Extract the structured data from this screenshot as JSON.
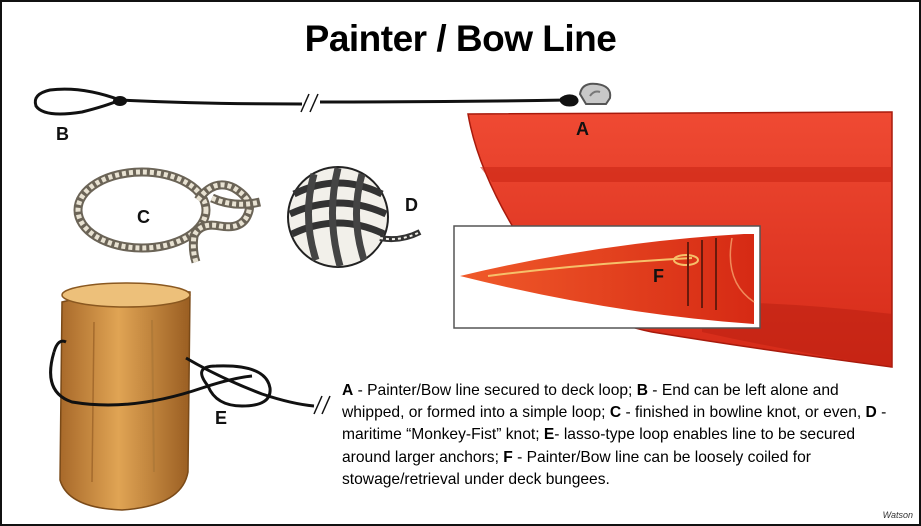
{
  "title": "Painter / Bow Line",
  "labels": {
    "a": "A",
    "b": "B",
    "c": "C",
    "d": "D",
    "e": "E",
    "f": "F"
  },
  "caption": [
    {
      "key": "A",
      "text": " - Painter/Bow line secured to deck loop; "
    },
    {
      "key": "B",
      "text": " - End can be left alone and whipped, or formed into a simple loop; "
    },
    {
      "key": "C",
      "text": " - finished in bowline knot, or even, "
    },
    {
      "key": "D",
      "text": " - maritime “Monkey-Fist” knot; "
    },
    {
      "key": "E",
      "text": "- lasso-type loop enables line to be secured around larger anchors; "
    },
    {
      "key": "F",
      "text": " - Painter/Bow line can be loosely coiled for stowage/retrieval under deck bungees."
    }
  ],
  "credit": "Watson",
  "colors": {
    "hull": "#e8341f",
    "hull_dark": "#b81e10",
    "post": "#c98a3a",
    "line": "#111111",
    "rope": "#c9c2b0"
  }
}
